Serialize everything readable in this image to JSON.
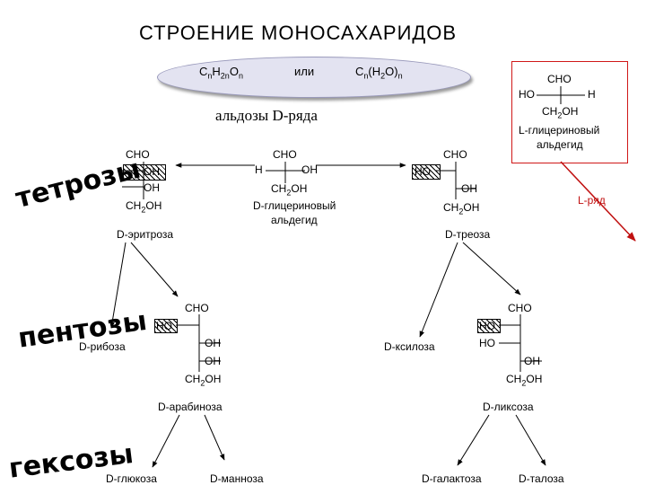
{
  "title": "СТРОЕНИЕ МОНОСАХАРИДОВ",
  "formula": {
    "part1": "C",
    "n1": "n",
    "part2": "H",
    "n2": "2n",
    "part3": "O",
    "n3": "n",
    "or": "или",
    "part4": "C",
    "n4": "n",
    "part5": "(H",
    "n5": "2",
    "part6": "O)",
    "n6": "n"
  },
  "subtitle": "альдозы D-ряда",
  "labels": {
    "cho": "CHO",
    "oh": "OH",
    "ho": "HO",
    "h": "H",
    "ch2": "CH",
    "two": "2",
    "ch2oh_tail": "OH"
  },
  "l_glyceraldehyde": {
    "name_line1": "L-глицериновый",
    "name_line2": "альдегид"
  },
  "d_glyceraldehyde": {
    "name_line1": "D-глицериновый",
    "name_line2": "альдегид"
  },
  "l_series": "L-ряд",
  "groups": {
    "tetroses": "тетрозы",
    "pentoses": "пентозы",
    "hexoses": "гексозы"
  },
  "sugars": {
    "erythrose": "D-эритроза",
    "threose": "D-треоза",
    "ribose": "D-рибоза",
    "arabinose": "D-арабиноза",
    "xylose": "D-ксилоза",
    "lyxose": "D-ликсоза",
    "glucose": "D-глюкоза",
    "mannose": "D-манноза",
    "galactose": "D-галактоза",
    "talose": "D-талоза"
  }
}
